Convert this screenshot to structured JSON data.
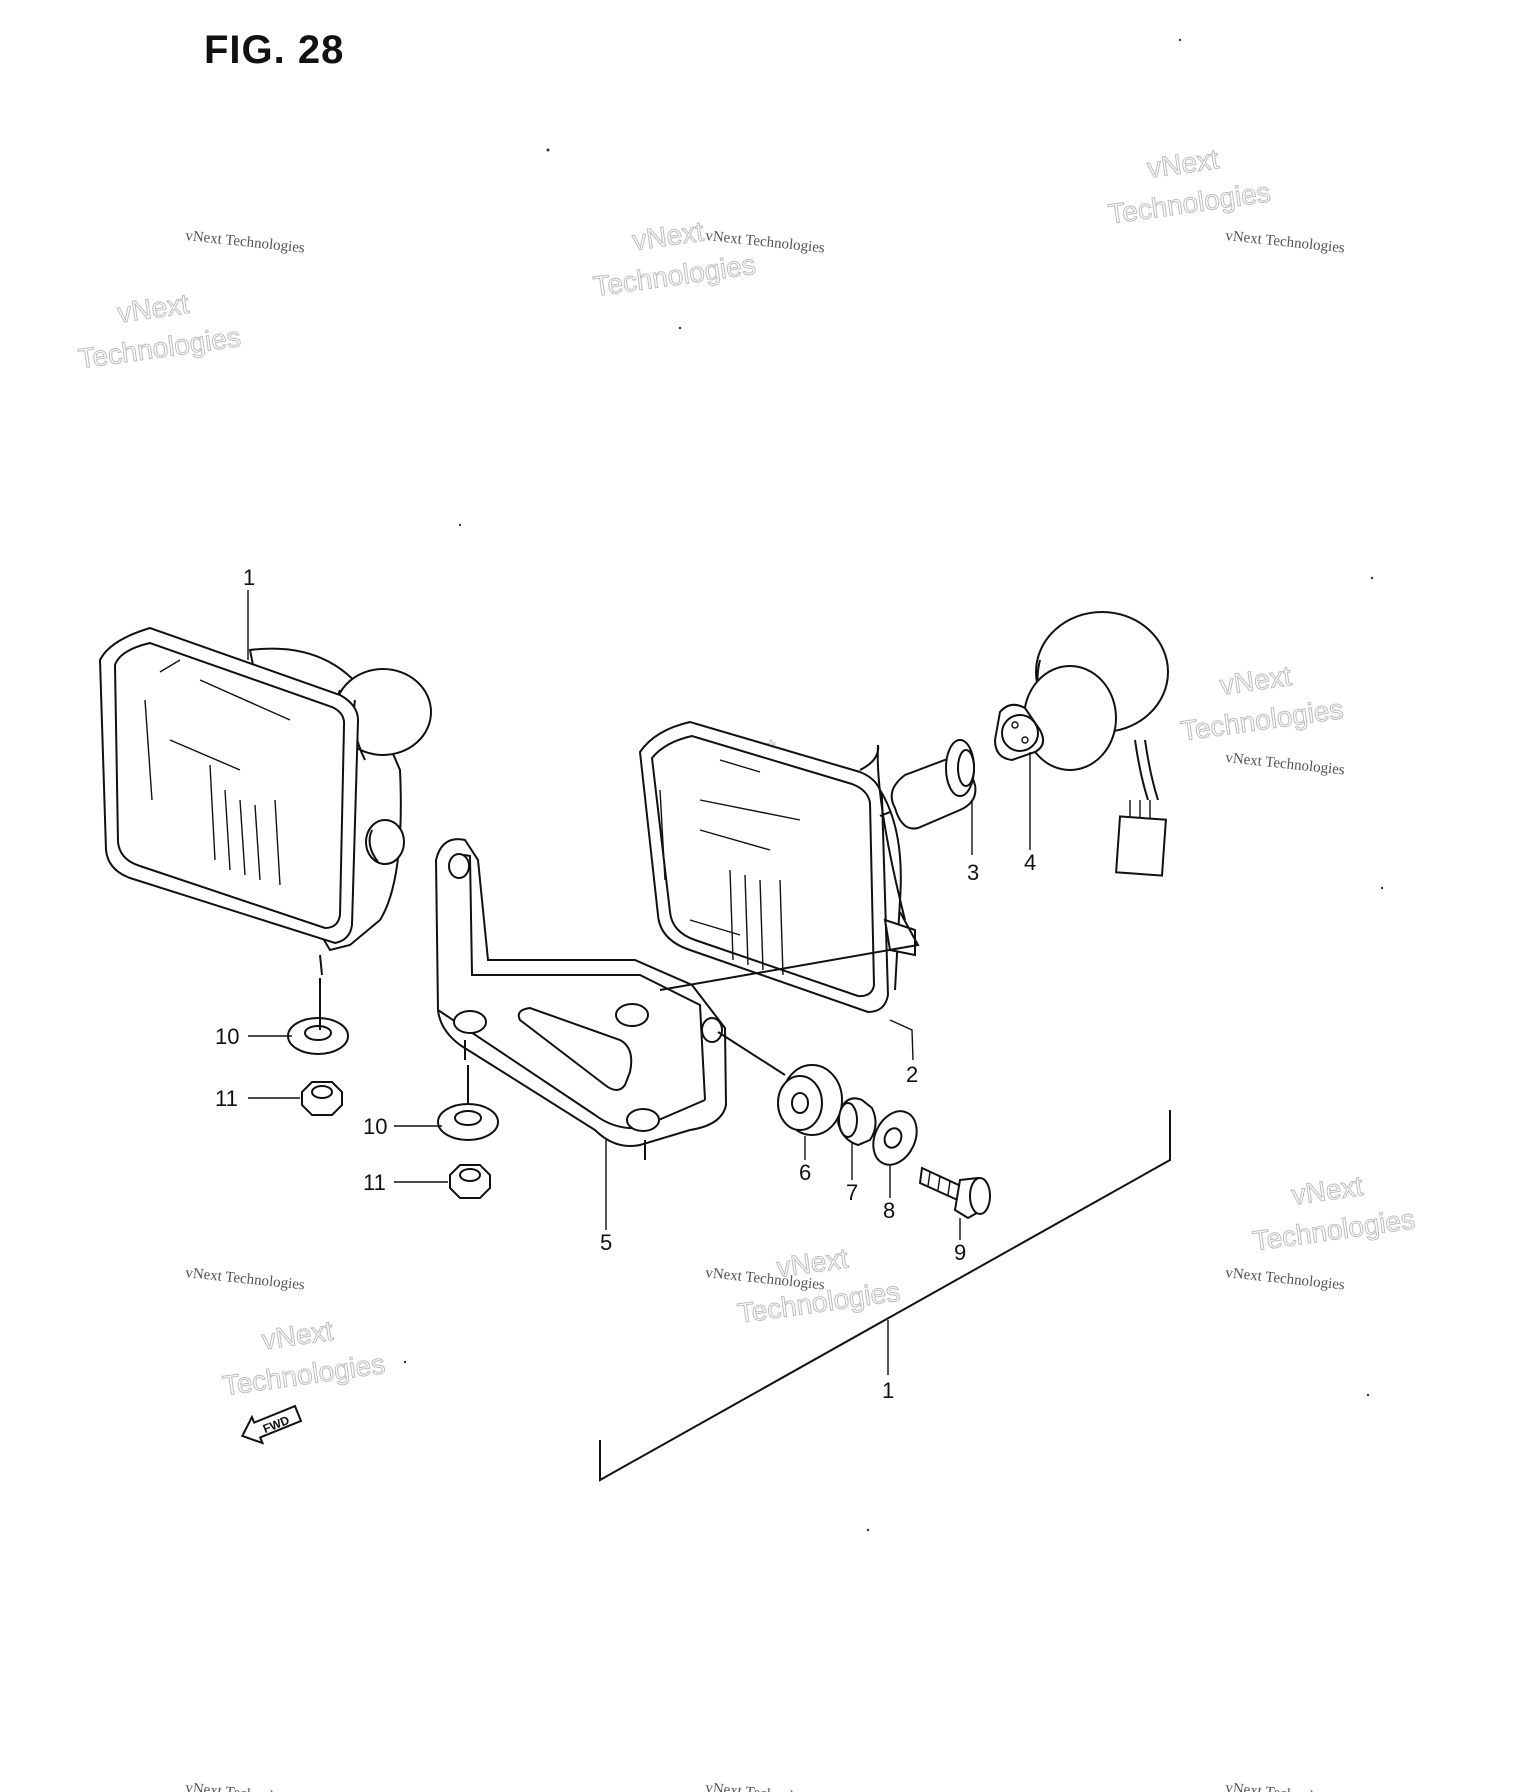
{
  "figure": {
    "title": "FIG. 28"
  },
  "watermark": {
    "line1": "vNext Technologies",
    "line2": "Technologies",
    "line3": "vNext"
  },
  "callouts": {
    "c1_top": "1",
    "c2": "2",
    "c3": "3",
    "c4": "4",
    "c5": "5",
    "c6": "6",
    "c7": "7",
    "c8": "8",
    "c9": "9",
    "c10_a": "10",
    "c10_b": "10",
    "c11_a": "11",
    "c11_b": "11",
    "c1_bottom": "1"
  },
  "fwd_arrow": {
    "label": "FWD"
  }
}
